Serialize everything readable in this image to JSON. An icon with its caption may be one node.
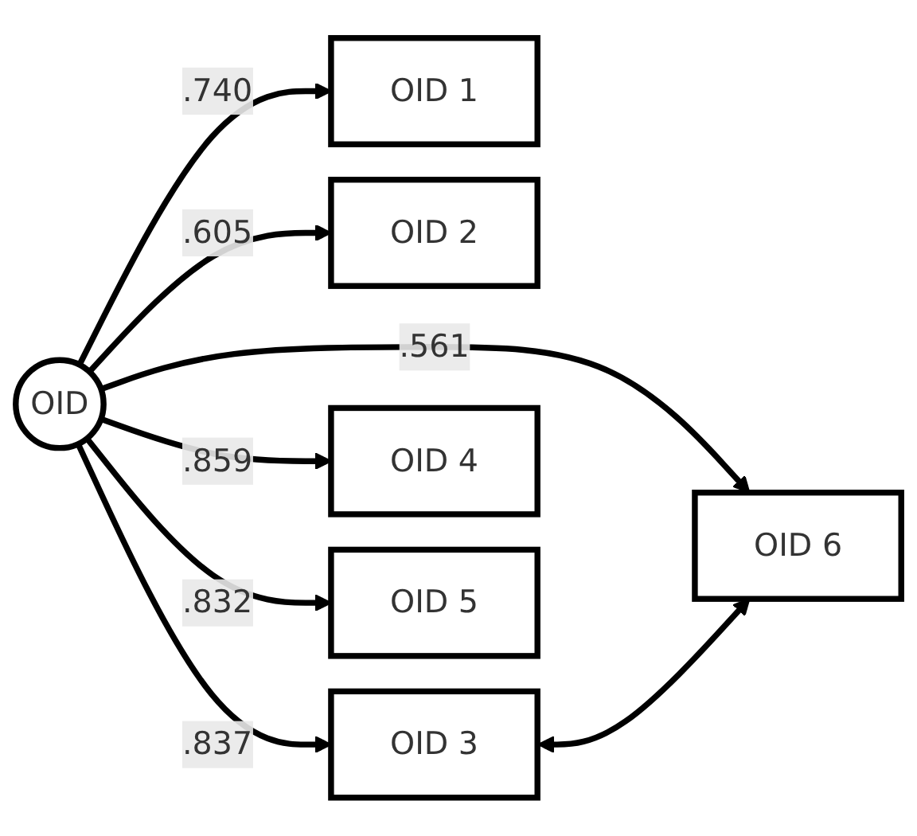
{
  "diagram": {
    "nodes": [
      {
        "text": [
          "OID"
        ]
      },
      {
        "text": [
          "OID 1"
        ]
      },
      {
        "text": [
          "OID 2"
        ]
      },
      {
        "text": [
          "OID 3"
        ]
      },
      {
        "text": [
          "OID 4"
        ]
      },
      {
        "text": [
          "OID 5"
        ]
      },
      {
        "text": [
          "OID 6"
        ]
      }
    ],
    "edges": [
      {
        "from": 0,
        "to": 1,
        "arrow": "to",
        "label": ".740"
      },
      {
        "from": 0,
        "to": 2,
        "arrow": "to",
        "label": ".605"
      },
      {
        "from": 0,
        "to": 3,
        "arrow": "to",
        "label": ".837"
      },
      {
        "from": 0,
        "to": 4,
        "arrow": "to",
        "label": ".859"
      },
      {
        "from": 0,
        "to": 5,
        "arrow": "to",
        "label": ".832"
      },
      {
        "from": 0,
        "to": 6,
        "arrow": "to",
        "label": ".561"
      },
      {
        "from": 3,
        "to": 6,
        "arrow": "both"
      }
    ]
  }
}
